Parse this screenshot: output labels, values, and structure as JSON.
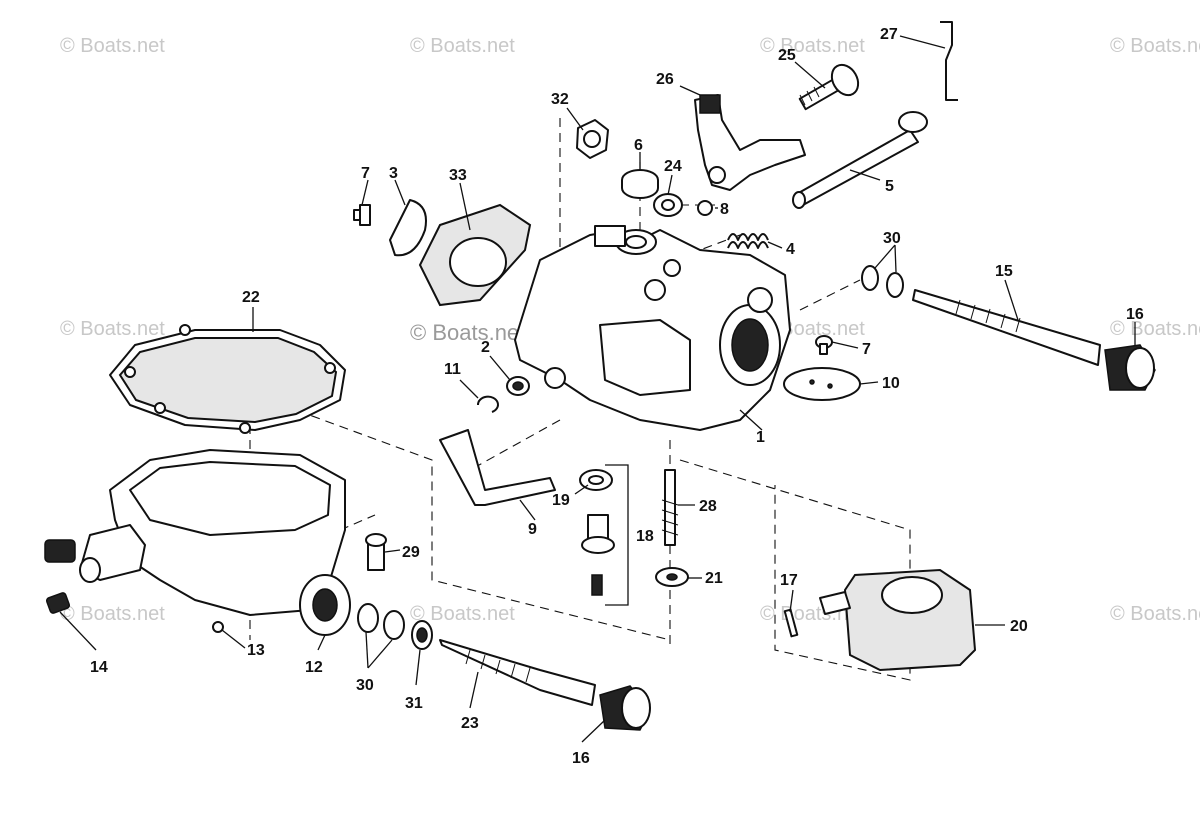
{
  "watermarks": {
    "text": "© Boats.net"
  },
  "callouts": {
    "n1": "1",
    "n2": "2",
    "n3": "3",
    "n4": "4",
    "n5": "5",
    "n6": "6",
    "n7a": "7",
    "n7b": "7",
    "n8": "8",
    "n9": "9",
    "n10": "10",
    "n11": "11",
    "n12": "12",
    "n13": "13",
    "n14": "14",
    "n15": "15",
    "n16a": "16",
    "n16b": "16",
    "n17": "17",
    "n18": "18",
    "n19": "19",
    "n20": "20",
    "n21": "21",
    "n22": "22",
    "n23": "23",
    "n24": "24",
    "n25": "25",
    "n26": "26",
    "n27": "27",
    "n28": "28",
    "n29": "29",
    "n30a": "30",
    "n30b": "30",
    "n31": "31",
    "n32": "32",
    "n33": "33"
  }
}
